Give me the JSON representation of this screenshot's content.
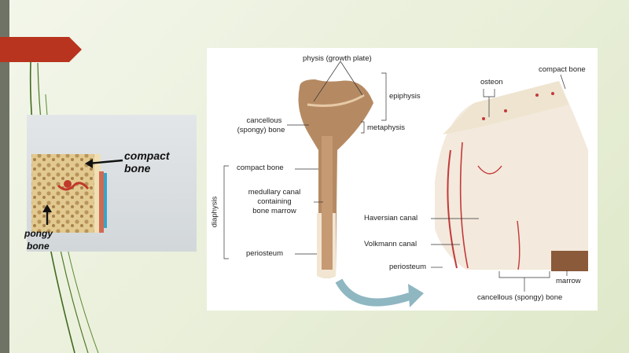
{
  "slide": {
    "accent_color": "#b8341e",
    "side_bar_color": "#6e7365",
    "curve_color": "#3f6a1f"
  },
  "photo": {
    "compact_bone_label": "compact bone",
    "spongy_bone_label_line1": "pongy",
    "spongy_bone_label_line2": "bone"
  },
  "diagram": {
    "physis": "physis (growth plate)",
    "epiphysis": "epiphysis",
    "metaphysis": "metaphysis",
    "cancellous_line1": "cancellous",
    "cancellous_line2": "(spongy) bone",
    "compact_bone_left": "compact bone",
    "diaphysis": "diaphysis",
    "medullary_line1": "medullary canal",
    "medullary_line2": "containing",
    "medullary_line3": "bone marrow",
    "periosteum_left": "periosteum",
    "osteon": "osteon",
    "compact_bone_right": "compact bone",
    "haversian_canal": "Haversian canal",
    "volkmann_canal": "Volkmann canal",
    "periosteum_right": "periosteum",
    "marrow": "marrow",
    "cancellous_bottom": "cancellous (spongy) bone"
  }
}
